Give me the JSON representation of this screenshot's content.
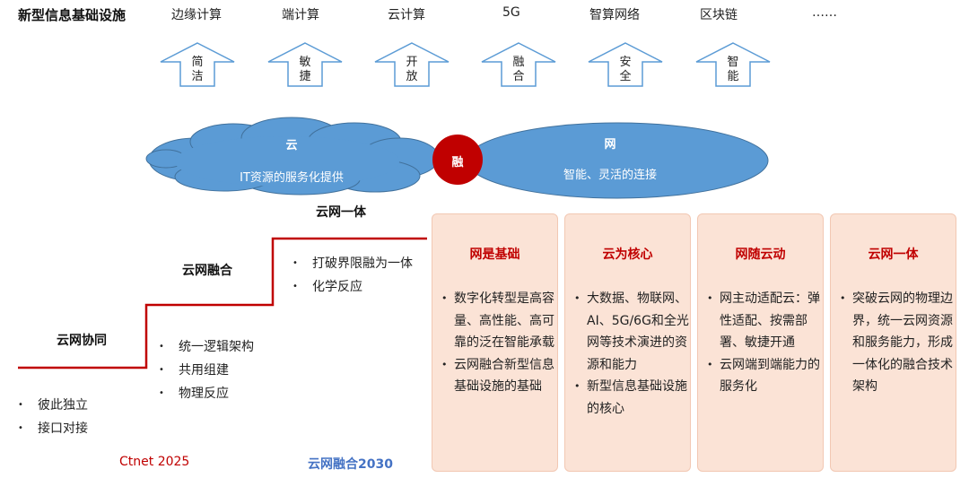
{
  "header": {
    "title": "新型信息基础设施",
    "techs": [
      "边缘计算",
      "端计算",
      "云计算",
      "5G",
      "智算网络",
      "区块链",
      "……"
    ]
  },
  "arrows": [
    {
      "top": "简",
      "bottom": "洁"
    },
    {
      "top": "敏",
      "bottom": "捷"
    },
    {
      "top": "开",
      "bottom": "放"
    },
    {
      "top": "融",
      "bottom": "合"
    },
    {
      "top": "安",
      "bottom": "全"
    },
    {
      "top": "智",
      "bottom": "能"
    }
  ],
  "cloud": {
    "title": "云",
    "subtitle": "IT资源的服务化提供"
  },
  "fusion": {
    "label": "融"
  },
  "network": {
    "title": "网",
    "subtitle": "智能、灵活的连接"
  },
  "stages": {
    "s1": {
      "label": "云网协同",
      "bullets": [
        "彼此独立",
        "接口对接"
      ]
    },
    "s2": {
      "label": "云网融合",
      "bullets": [
        "统一逻辑架构",
        "共用组建",
        "物理反应"
      ]
    },
    "s3": {
      "label": "云网一体",
      "bullets": [
        "打破界限融为一体",
        "化学反应"
      ]
    }
  },
  "cards": [
    {
      "title": "网是基础",
      "items": [
        "数字化转型是高容量、高性能、高可靠的泛在智能承载",
        "云网融合新型信息基础设施的基础"
      ]
    },
    {
      "title": "云为核心",
      "items": [
        "大数据、物联网、AI、5G/6G和全光网等技术演进的资源和能力",
        "新型信息基础设施的核心"
      ]
    },
    {
      "title": "网随云动",
      "items": [
        "网主动适配云：弹性适配、按需部署、敏捷开通",
        "云网端到端能力的服务化"
      ]
    },
    {
      "title": "云网一体",
      "items": [
        "突破云网的物理边界，统一云网资源和服务能力，形成一体化的融合技术架构"
      ]
    }
  ],
  "footer": {
    "left": "Ctnet 2025",
    "right": "云网融合2030"
  },
  "colors": {
    "red": "#c00000",
    "blue": "#5b9bd5",
    "card_bg": "#fbe3d6",
    "footer_blue": "#4472c4"
  }
}
